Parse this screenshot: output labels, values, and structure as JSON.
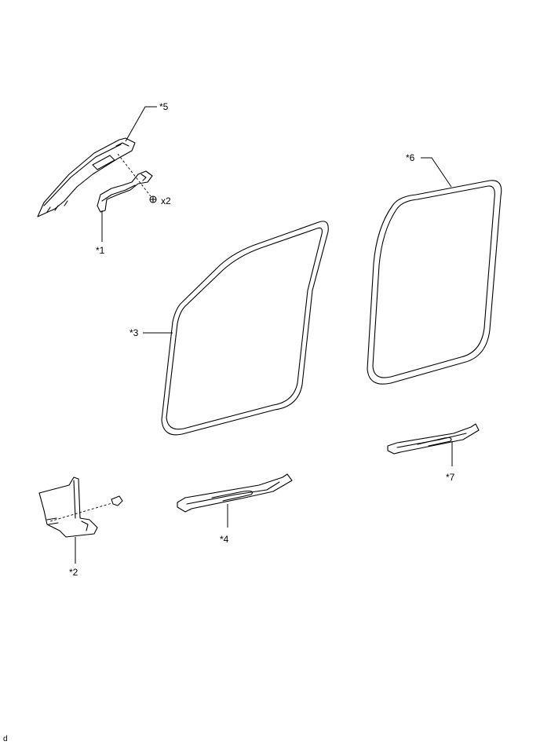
{
  "callouts": {
    "c1": "*1",
    "c2": "*2",
    "c3": "*3",
    "c4": "*4",
    "c5": "*5",
    "c6": "*6",
    "c7": "*7"
  },
  "quantity_label": "x2",
  "corner_mark": "d"
}
